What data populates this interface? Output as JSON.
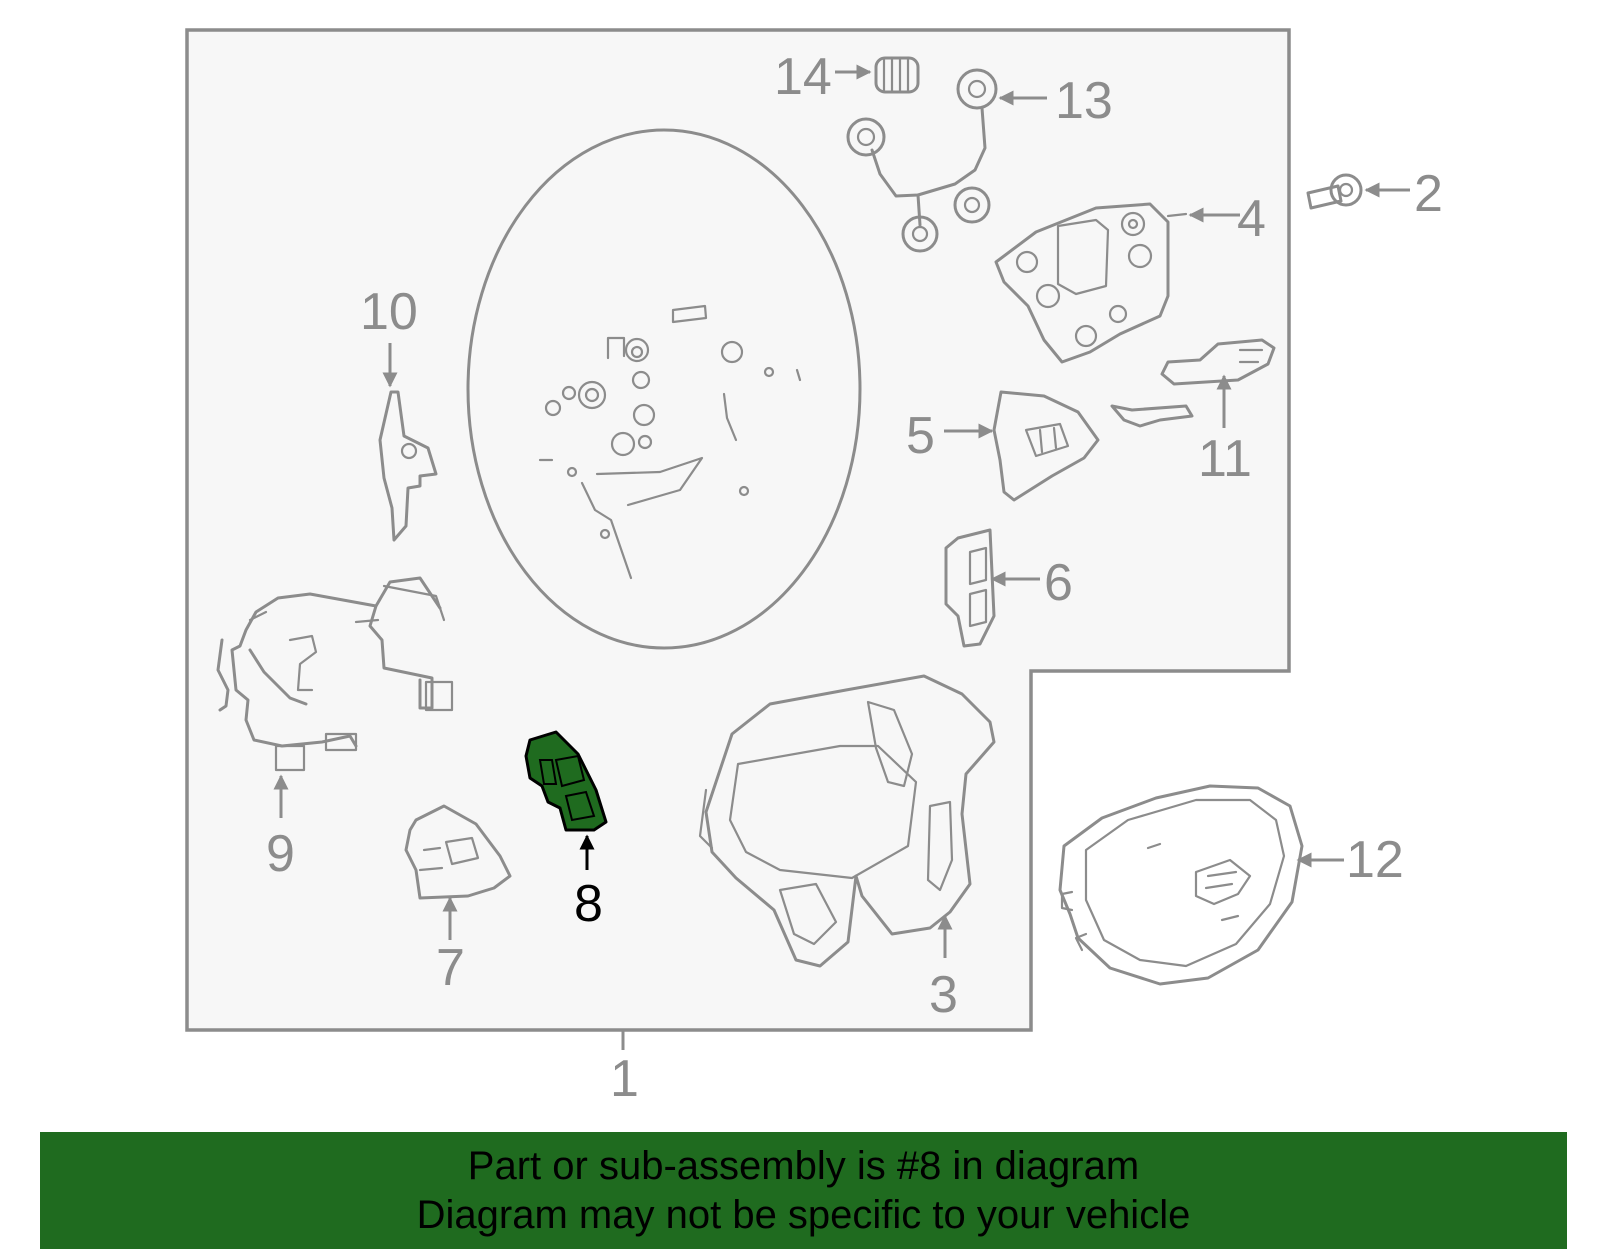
{
  "colors": {
    "background": "#ffffff",
    "panel_fill": "#f7f7f7",
    "line": "#8c8c8c",
    "highlight_part": "#1f6b1f",
    "caption_bar": "#1f6b1f",
    "caption_text": "#000000"
  },
  "diagram": {
    "highlighted_callout": "8",
    "callouts": {
      "c1": "1",
      "c2": "2",
      "c3": "3",
      "c4": "4",
      "c5": "5",
      "c6": "6",
      "c7": "7",
      "c8": "8",
      "c9": "9",
      "c10": "10",
      "c11": "11",
      "c12": "12",
      "c13": "13",
      "c14": "14"
    }
  },
  "caption": {
    "line1": "Part or sub-assembly is #8 in diagram",
    "line2": "Diagram may not be specific to your vehicle"
  }
}
